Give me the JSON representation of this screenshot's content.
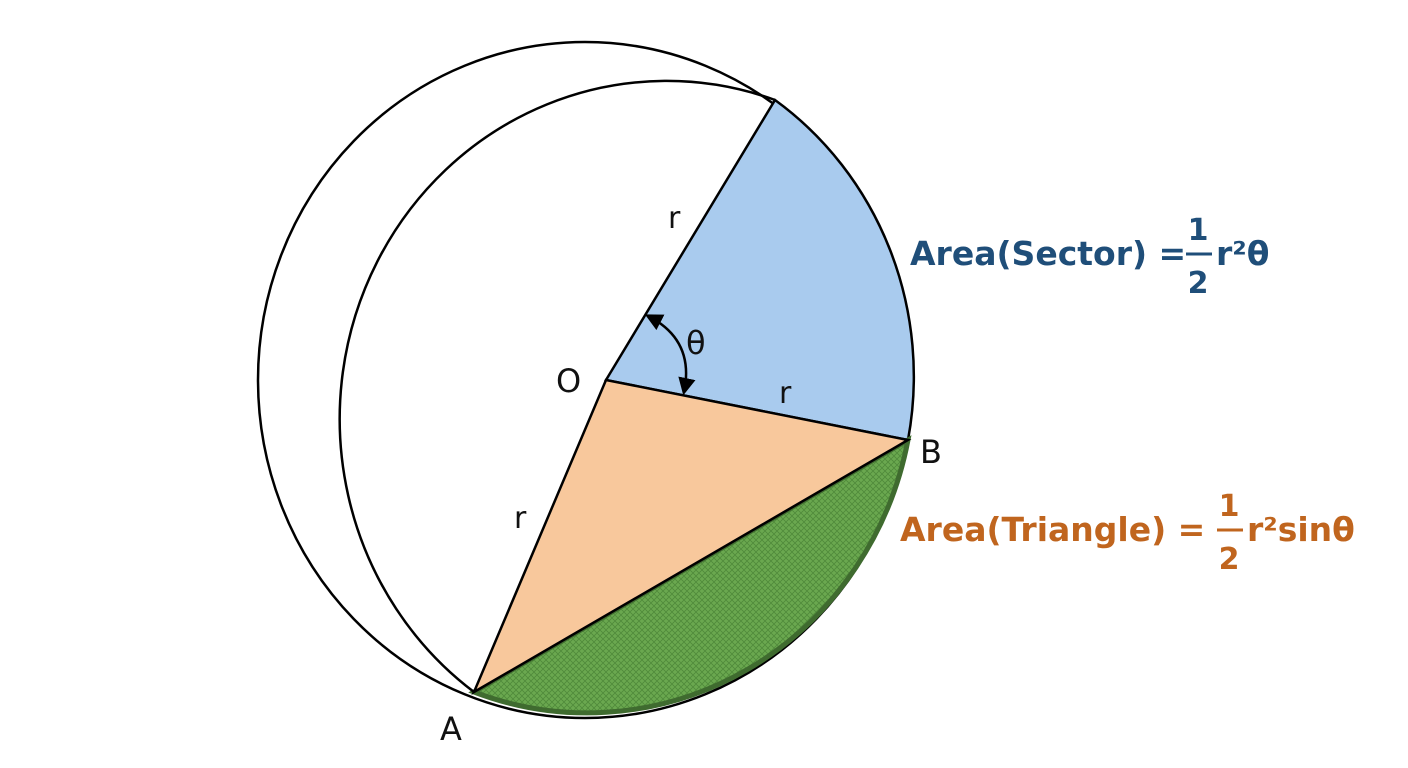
{
  "points": {
    "center": "O",
    "a": "A",
    "b": "B"
  },
  "radius_labels": {
    "upper": "r",
    "lower_right": "r",
    "lower_left": "r"
  },
  "angle_label": "θ",
  "sector_formula": {
    "prefix": "Area(Sector) = ",
    "numerator": "1",
    "denominator": "2",
    "suffix": "r²θ",
    "color": "#1f4e79"
  },
  "triangle_formula": {
    "prefix": "Area(Triangle) = ",
    "numerator": "1",
    "denominator": "2",
    "suffix": "r²sinθ",
    "color": "#c0651e"
  },
  "colors": {
    "sector_fill": "#a9cbee",
    "triangle_fill": "#f8c89c",
    "segment_fill": "#6aa84f",
    "segment_edge": "#3f6b2f",
    "outline": "#000000"
  }
}
